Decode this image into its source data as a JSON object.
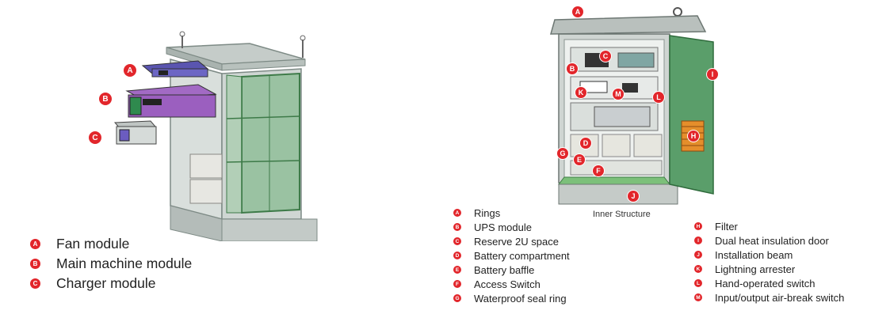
{
  "colors": {
    "marker": "#e2262b",
    "frame": "#8fa39a",
    "glass": "#4f9c58",
    "module_purple": "#8a4fa8"
  },
  "left_figure": {
    "markers": [
      "A",
      "B",
      "C"
    ],
    "legend": [
      {
        "letter": "A",
        "label": "Fan module"
      },
      {
        "letter": "B",
        "label": "Main machine module"
      },
      {
        "letter": "C",
        "label": "Charger module"
      }
    ]
  },
  "right_figure": {
    "caption": "Inner Structure",
    "markers": [
      "A",
      "B",
      "C",
      "D",
      "E",
      "F",
      "G",
      "H",
      "I",
      "J",
      "K",
      "L",
      "M"
    ],
    "legend_left": [
      {
        "letter": "A",
        "label": "Rings"
      },
      {
        "letter": "B",
        "label": "UPS module"
      },
      {
        "letter": "C",
        "label": "Reserve 2U space"
      },
      {
        "letter": "D",
        "label": "Battery compartment"
      },
      {
        "letter": "E",
        "label": "Battery baffle"
      },
      {
        "letter": "F",
        "label": "Access Switch"
      },
      {
        "letter": "G",
        "label": "Waterproof seal ring"
      }
    ],
    "legend_right": [
      {
        "letter": "H",
        "label": "Filter"
      },
      {
        "letter": "I",
        "label": "Dual heat insulation door"
      },
      {
        "letter": "J",
        "label": "Installation beam"
      },
      {
        "letter": "K",
        "label": "Lightning arrester"
      },
      {
        "letter": "L",
        "label": "Hand-operated switch"
      },
      {
        "letter": "M",
        "label": "Input/output air-break switch"
      }
    ]
  }
}
